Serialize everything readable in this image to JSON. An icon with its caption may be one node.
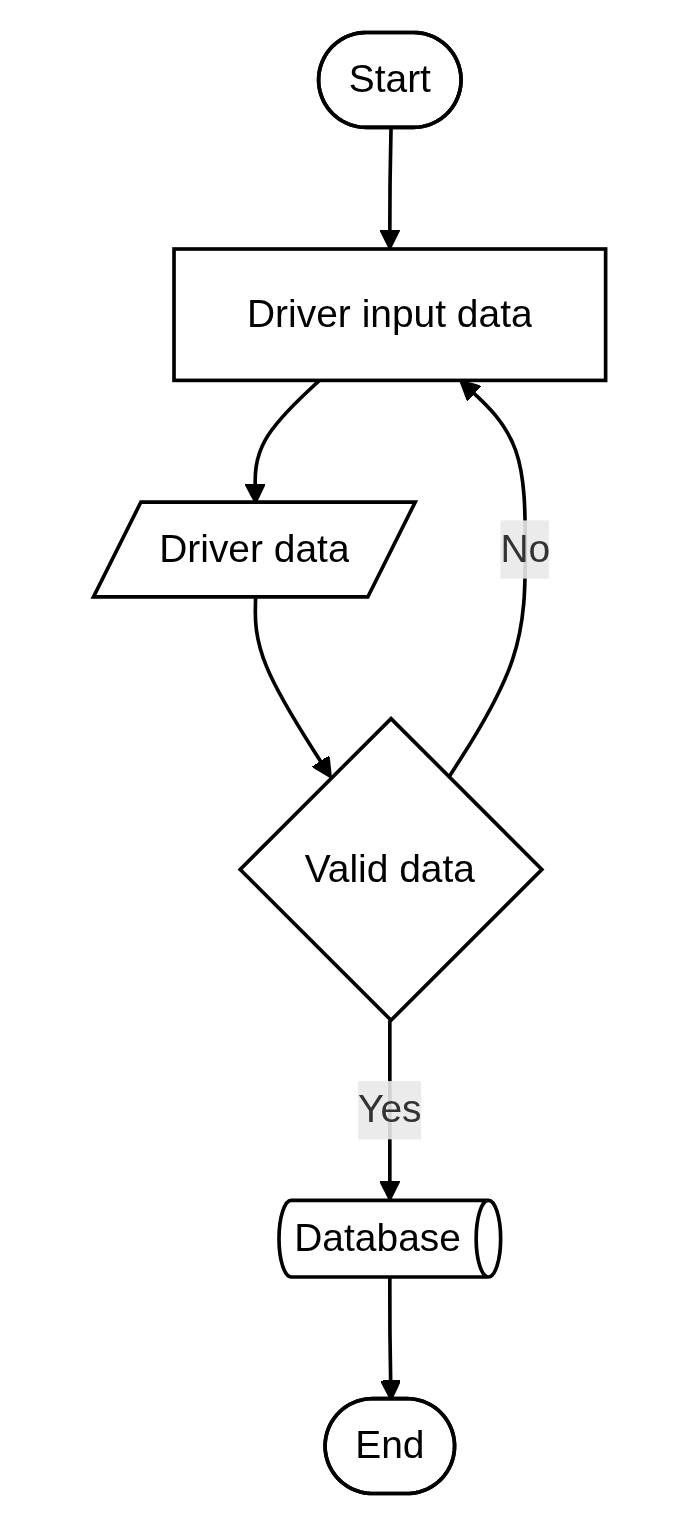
{
  "diagram": {
    "nodes": [
      {
        "text": [
          "Start"
        ]
      },
      {
        "text": [
          "Driver input data"
        ]
      },
      {
        "text": [
          "Driver data"
        ]
      },
      {
        "text": [
          "Valid data"
        ]
      },
      {
        "text": [
          "Database"
        ]
      },
      {
        "text": [
          "End"
        ]
      }
    ],
    "edges": [
      {
        "from": 0,
        "to": 1,
        "arrow": "to"
      },
      {
        "from": 1,
        "to": 2,
        "arrow": "to"
      },
      {
        "from": 2,
        "to": 3,
        "arrow": "to"
      },
      {
        "from": 3,
        "to": 1,
        "arrow": "to",
        "label": "No"
      },
      {
        "from": 3,
        "to": 4,
        "arrow": "to",
        "label": "Yes"
      },
      {
        "from": 4,
        "to": 5,
        "arrow": "to"
      }
    ]
  }
}
